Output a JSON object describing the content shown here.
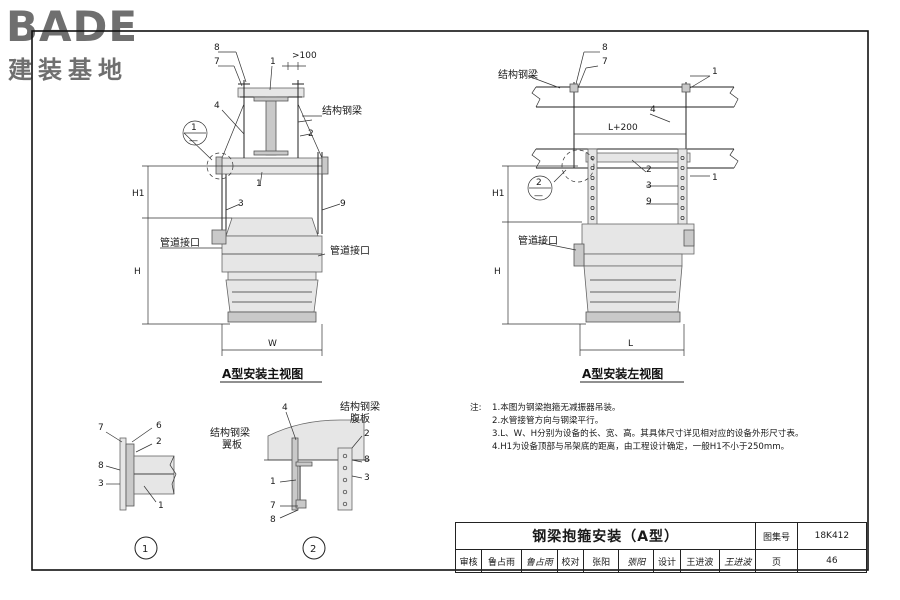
{
  "logo": {
    "main": "BADE",
    "sub": "建装基地"
  },
  "views": {
    "front": {
      "caption": "A型安装主视图",
      "parts": [
        "8",
        "7",
        "1",
        "4",
        "2",
        "1",
        "3",
        "9"
      ],
      "spacing": ">100",
      "structural_beam": "结构钢梁",
      "pipe_port_left": "管道接口",
      "pipe_port_right": "管道接口",
      "dims": {
        "h1": "H1",
        "h": "H",
        "w": "W"
      },
      "detail_ref": {
        "num": "1",
        "sheet": "—"
      }
    },
    "side": {
      "caption": "A型安装左视图",
      "parts": [
        "8",
        "7",
        "1",
        "4",
        "2",
        "1",
        "3",
        "9"
      ],
      "structural_beam": "结构钢梁",
      "length": "L+200",
      "pipe_port": "管道接口",
      "dims": {
        "h1": "H1",
        "h": "H",
        "l": "L"
      },
      "detail_ref": {
        "num": "2",
        "sheet": "—"
      }
    },
    "detail1": {
      "num": "1",
      "parts": [
        "7",
        "6",
        "2",
        "8",
        "3",
        "1"
      ]
    },
    "detail2": {
      "num": "2",
      "parts": [
        "4",
        "2",
        "8",
        "3",
        "1",
        "7",
        "8"
      ],
      "web_label": "结构钢梁",
      "web_label2": "腹板",
      "flange_label": "结构钢梁",
      "flange_label2": "翼板"
    }
  },
  "notes": {
    "prefix": "注:",
    "items": [
      "1.本图为钢梁抱箍无减振器吊装。",
      "2.水管接管方向与钢梁平行。",
      "3.L、W、H分别为设备的长、宽、高。其具体尺寸详见相对应的设备外形尺寸表。",
      "4.H1为设备顶部与吊架底的距离，由工程设计确定，一般H1不小于250mm。"
    ]
  },
  "title_block": {
    "title": "钢梁抱箍安装（A型）",
    "atlas_label": "图集号",
    "atlas_no": "18K412",
    "review_label": "审核",
    "reviewer": "鲁占雨",
    "reviewer_sig": "鲁占雨",
    "check_label": "校对",
    "checker": "张阳",
    "checker_sig": "張阳",
    "design_label": "设计",
    "designer": "王进波",
    "designer_sig": "王进波",
    "page_label": "页",
    "page_no": "46"
  }
}
